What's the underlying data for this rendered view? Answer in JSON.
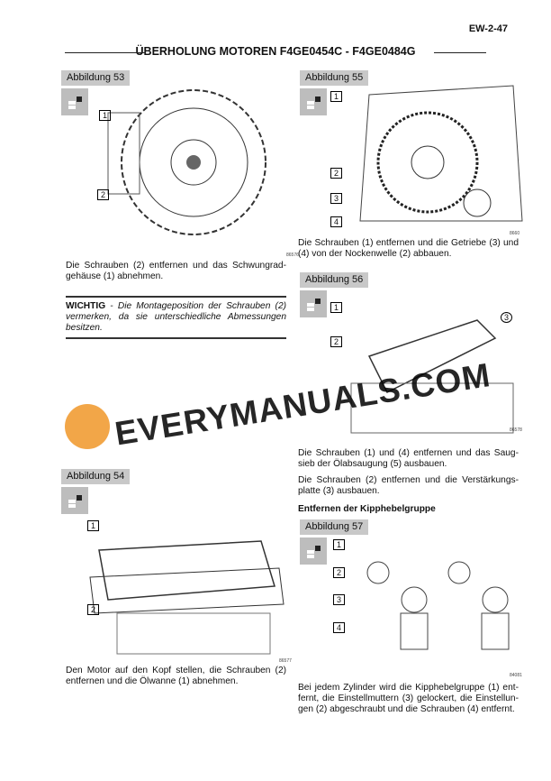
{
  "header": {
    "page_number": "EW-2-47",
    "title": "ÜBERHOLUNG MOTOREN F4GE0454C - F4GE0484G"
  },
  "left": {
    "fig53": {
      "label": "Abbildung 53",
      "code": "86576",
      "callouts": [
        "1",
        "2"
      ],
      "caption": "Die Schrauben (2) entfernen und das Schwungrad­gehäuse (1) abnehmen."
    },
    "warning": {
      "title": "WICHTIG",
      "text": " - Die Montageposition der Schrauben (2) vermerken, da sie unterschiedliche Abmes­sungen besitzen."
    },
    "fig54": {
      "label": "Abbildung 54",
      "code": "86577",
      "callouts": [
        "1",
        "2"
      ],
      "caption": "Den Motor auf den Kopf stellen, die Schrauben (2) entfernen und die Ölwanne (1) abnehmen."
    }
  },
  "right": {
    "fig55": {
      "label": "Abbildung 55",
      "code": "8660",
      "callouts": [
        "1",
        "2",
        "3",
        "4"
      ],
      "caption": "Die Schrauben (1) entfernen und die Getriebe (3) und (4) von der Nockenwelle (2) abbauen."
    },
    "fig56": {
      "label": "Abbildung 56",
      "code": "86578",
      "callouts": [
        "1",
        "2",
        "3"
      ],
      "caption1": "Die Schrauben (1) und (4) entfernen und das Saug­sieb der Ölabsaugung (5) ausbauen.",
      "caption2": "Die Schrauben (2) entfernen und die Verstärkungs­platte (3) ausbauen."
    },
    "section_heading": "Entfernen der Kipphebelgruppe",
    "fig57": {
      "label": "Abbildung 57",
      "code": "84081",
      "callouts": [
        "1",
        "2",
        "3",
        "4"
      ],
      "caption": "Bei jedem Zylinder wird die Kipphebelgruppe (1) ent­fernt, die Einstellmuttern (3) gelockert, die Einstellun­gen (2) abgeschraubt und die Schrauben (4) entfernt."
    }
  },
  "watermark": "EVERYMANUALS.COM",
  "colors": {
    "label_bg": "#c8c8c8",
    "watermark_logo": "#f0962a"
  }
}
